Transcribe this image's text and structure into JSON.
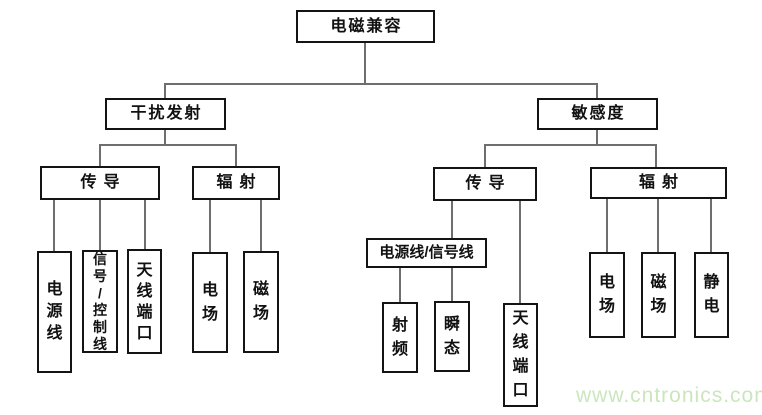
{
  "diagram": {
    "title": "电磁兼容",
    "nodes": {
      "root": {
        "label": "电磁兼容"
      },
      "emission": {
        "label": "干扰发射"
      },
      "susceptibility": {
        "label": "敏感度"
      },
      "emission_conducted": {
        "label": "传导"
      },
      "emission_radiated": {
        "label": "辐射"
      },
      "emission_power_line": {
        "label": "电\n源\n线"
      },
      "emission_signal_control_line": {
        "label": "信\n号\n/\n控\n制\n线"
      },
      "emission_antenna_port": {
        "label": "天\n线\n端\n口"
      },
      "emission_electric_field": {
        "label": "电\n场"
      },
      "emission_magnetic_field": {
        "label": "磁\n场"
      },
      "susceptibility_conducted": {
        "label": "传导"
      },
      "susceptibility_radiated": {
        "label": "辐射"
      },
      "susceptibility_power_signal_line": {
        "label": "电源线/信号线"
      },
      "susceptibility_rf": {
        "label": "射\n频"
      },
      "susceptibility_transient": {
        "label": "瞬\n态"
      },
      "susceptibility_antenna_port": {
        "label": "天\n线\n端\n口"
      },
      "susceptibility_electric_field": {
        "label": "电\n场"
      },
      "susceptibility_magnetic_field": {
        "label": "磁\n场"
      },
      "susceptibility_electrostatic": {
        "label": "静\n电"
      }
    },
    "colors": {
      "background": "#ffffff",
      "box_border": "#141414",
      "connector": "#6e6e6e",
      "text": "#111111"
    }
  },
  "watermark": {
    "text": "www.cntronics.com",
    "color": "#cbe6bd"
  }
}
